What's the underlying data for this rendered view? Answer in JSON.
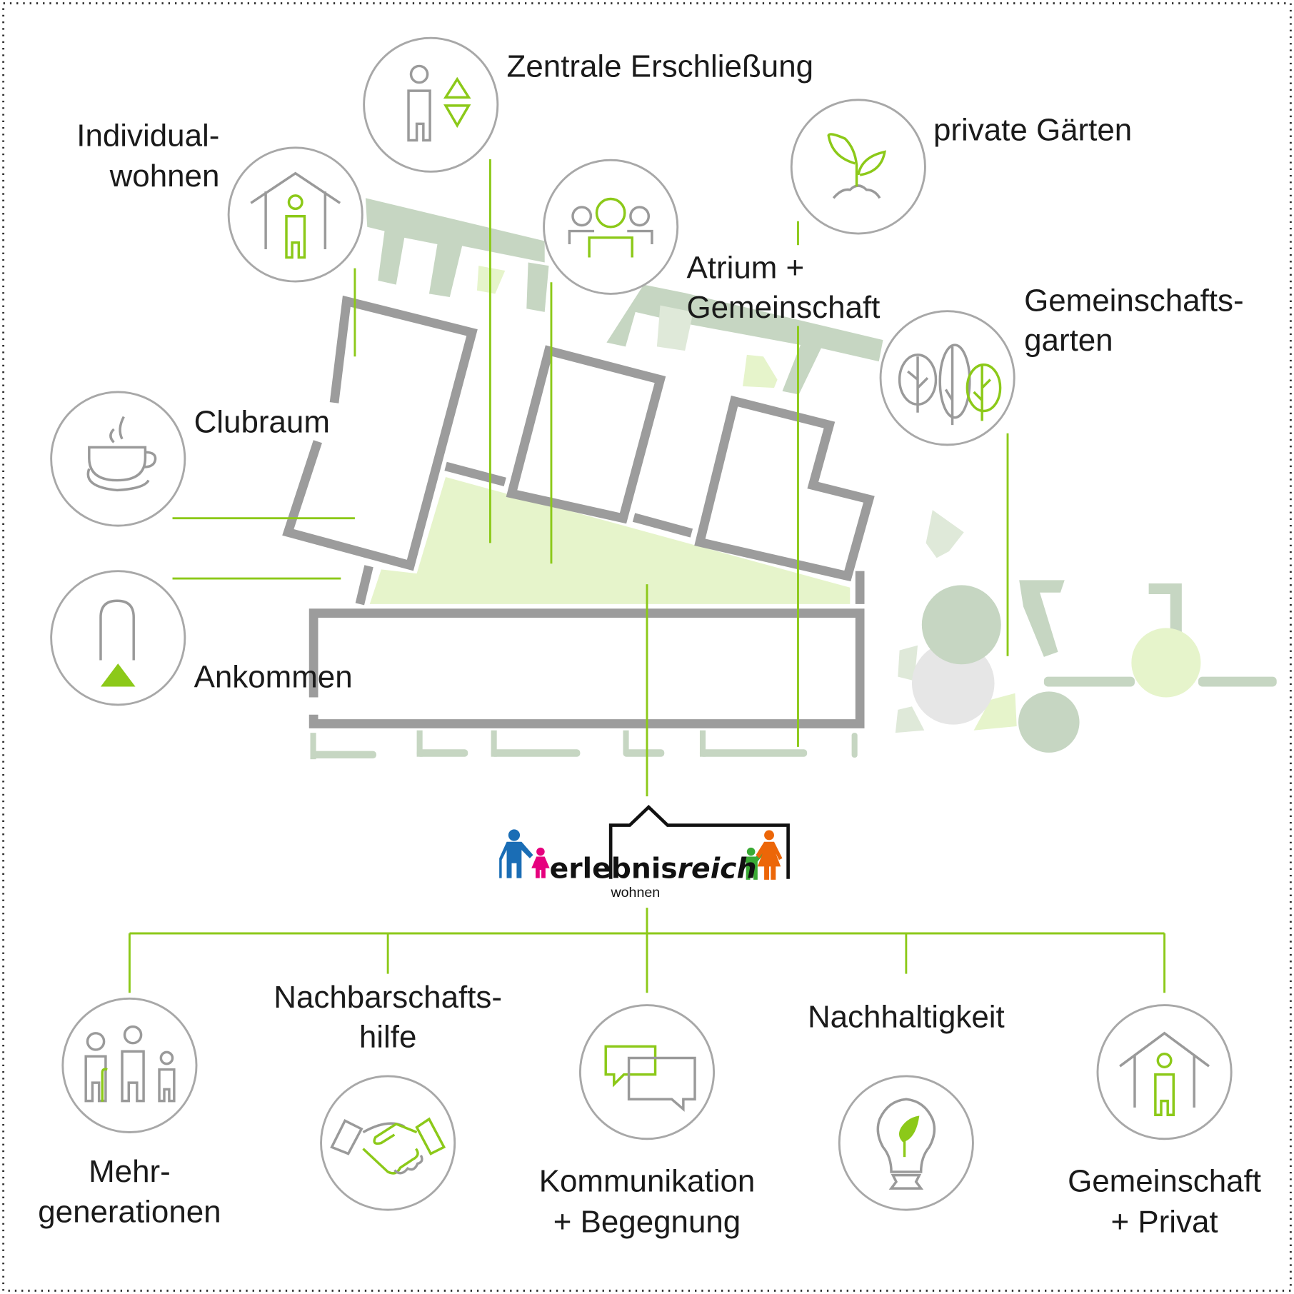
{
  "colors": {
    "accent": "#8cc919",
    "building": "#9c9c9c",
    "icon": "#9a9a9a",
    "landscape": "#c6d6c2",
    "atrium": "#e6f4cb"
  },
  "site_labels": {
    "zentrale": "Zentrale Erschließung",
    "individual_1": "Individual-",
    "individual_2": "wohnen",
    "gaerten": "private Gärten",
    "atrium_1": "Atrium +",
    "atrium_2": "Gemeinschaft",
    "garten_1": "Gemeinschafts-",
    "garten_2": "garten",
    "clubraum": "Clubraum",
    "ankommen": "Ankommen"
  },
  "logo": {
    "part1": "erlebnis",
    "part2": "reich",
    "sub": "wohnen"
  },
  "principles": {
    "mehr_1": "Mehr-",
    "mehr_2": "generationen",
    "nachbar_1": "Nachbarschafts-",
    "nachbar_2": "hilfe",
    "komm_1": "Kommunikation",
    "komm_2": "+ Begegnung",
    "nachhalt": "Nachhaltigkeit",
    "gemein_1": "Gemeinschaft",
    "gemein_2": "+ Privat"
  }
}
